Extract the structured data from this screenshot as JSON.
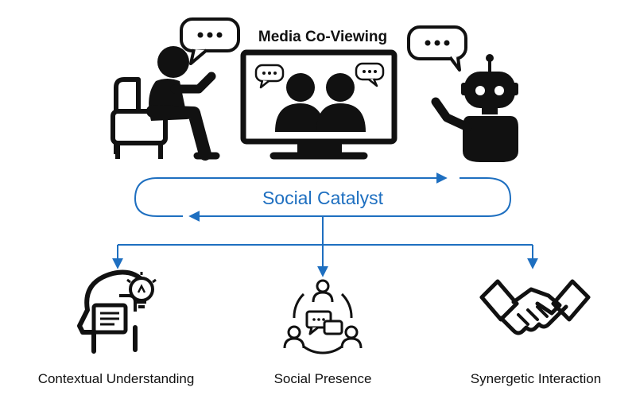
{
  "title": "Media Co-Viewing",
  "catalyst_label": "Social Catalyst",
  "outcomes": [
    {
      "label": "Contextual Understanding"
    },
    {
      "label": "Social Presence"
    },
    {
      "label": "Synergetic Interaction"
    }
  ],
  "colors": {
    "accent": "#1e6fc0",
    "ink": "#111111",
    "background": "#ffffff"
  },
  "icons": {
    "human_viewer": "person-in-armchair-icon",
    "screen": "tv-with-two-viewers-icon",
    "robot": "robot-waving-icon",
    "contextual": "head-with-lightbulb-icon",
    "presence": "people-circle-chat-icon",
    "synergy": "handshake-icon"
  }
}
